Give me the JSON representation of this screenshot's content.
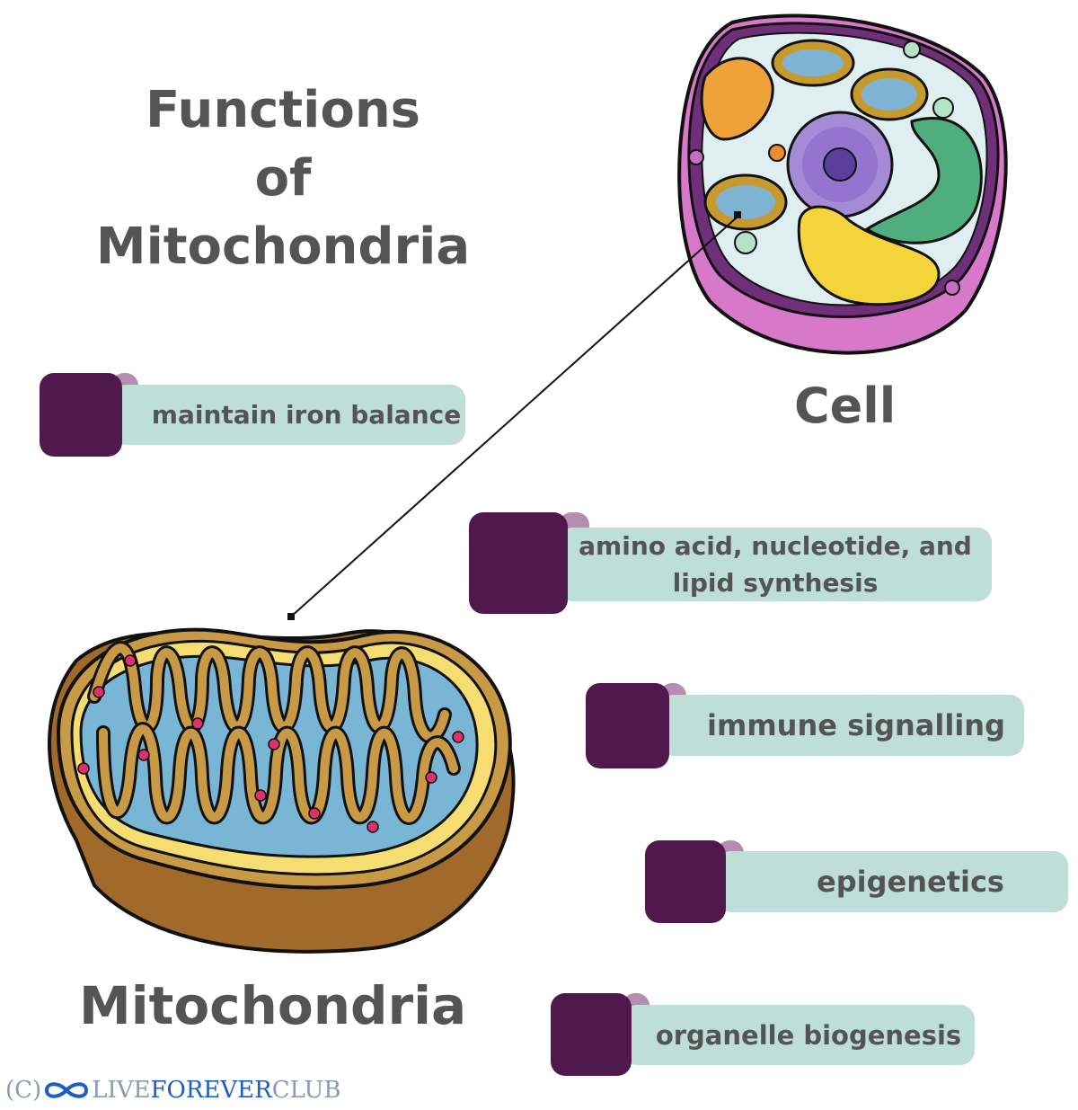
{
  "title": {
    "line1": "Functions",
    "line2": "of",
    "line3": "Mitochondria"
  },
  "labels": {
    "cell": "Cell",
    "mitochondria": "Mitochondria"
  },
  "functions": [
    {
      "text": "maintain iron balance"
    },
    {
      "text": "amino acid, nucleotide, and lipid synthesis"
    },
    {
      "text": "immune signalling"
    },
    {
      "text": "epigenetics"
    },
    {
      "text": "organelle biogenesis"
    }
  ],
  "footer": {
    "copyright": "(C)",
    "live": "LIVE",
    "forever": "FOREVER",
    "club": "CLUB"
  },
  "colors": {
    "pill": "#bddfd8",
    "square": "#50194e",
    "tab": "#b58dae",
    "text": "#545454"
  }
}
